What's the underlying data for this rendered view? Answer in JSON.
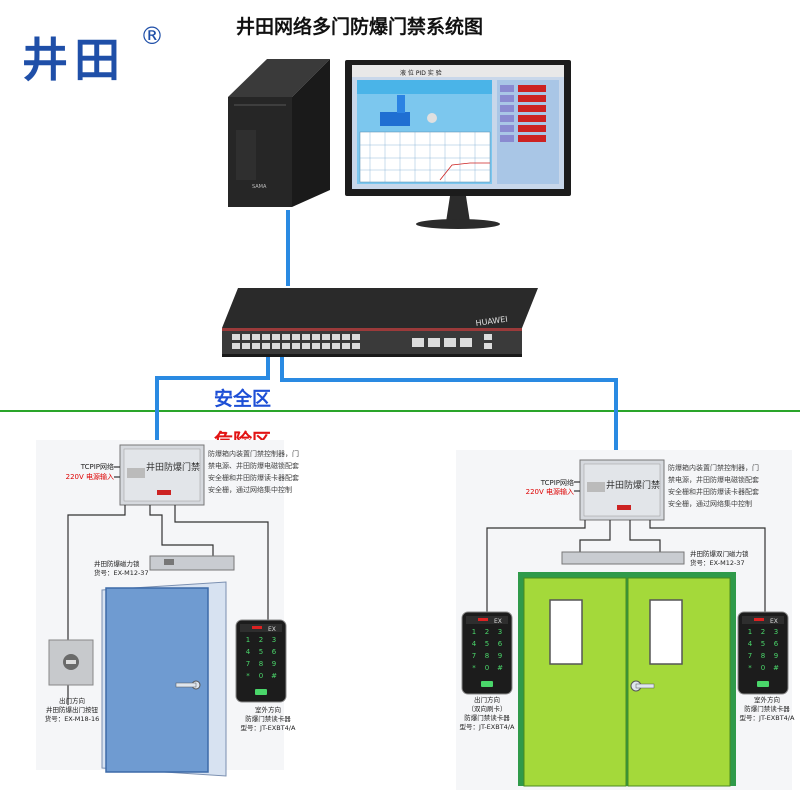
{
  "logo": {
    "text": "井田",
    "mark": "®"
  },
  "title": "井田网络多门防爆门禁系统图",
  "zones": {
    "safe": "安全区",
    "danger": "危险区"
  },
  "colors": {
    "cable": "#2a8ae2",
    "zone_line": "#2aa52a",
    "safe": "#1e4fd6",
    "danger": "#e21414",
    "door_left": "#6f9bd1",
    "door_right": "#a4d93a"
  },
  "monitor": {
    "screen_title": "液 位 PID 实 验"
  },
  "pc": {
    "brand": "SAMA"
  },
  "switch": {
    "brand": "HUAWEI"
  },
  "left_unit": {
    "controller_label": "井田防爆门禁",
    "inputs": [
      "TCPIP网络",
      "220V 电源输入"
    ],
    "desc": [
      "防爆箱内装置门禁控制器，门",
      "禁电源、井田防爆电磁锁配套",
      "安全栅和井田防爆读卡器配套",
      "安全栅，通过网络集中控制"
    ],
    "lock_label": [
      "井田防爆磁力锁",
      "货号：EX-M12-37"
    ],
    "button_label": [
      "出门方向",
      "井田防爆出门按钮",
      "货号：EX-M18-16"
    ],
    "reader_label": [
      "室外方向",
      "防爆门禁读卡器",
      "型号：JT-EXBT4/A"
    ]
  },
  "right_unit": {
    "controller_label": "井田防爆门禁",
    "inputs": [
      "TCPIP网络",
      "220V 电源输入"
    ],
    "desc": [
      "防爆箱内装置门禁控制器，门",
      "禁电源，井田防爆电磁锁配套",
      "安全栅和井田防爆读卡器配套",
      "安全栅，通过网络集中控制"
    ],
    "lock_label": [
      "井田防爆双门磁力锁",
      "货号：EX-M12-37"
    ],
    "left_reader_label": [
      "出门方向",
      "（双向刷卡）",
      "防爆门禁读卡器",
      "型号：JT-EXBT4/A"
    ],
    "right_reader_label": [
      "室外方向",
      "防爆门禁读卡器",
      "型号：JT-EXBT4/A"
    ]
  },
  "keypad": {
    "keys": [
      "1",
      "2",
      "3",
      "4",
      "5",
      "6",
      "7",
      "8",
      "9",
      "*",
      "0",
      "#"
    ],
    "brand": "EX"
  }
}
